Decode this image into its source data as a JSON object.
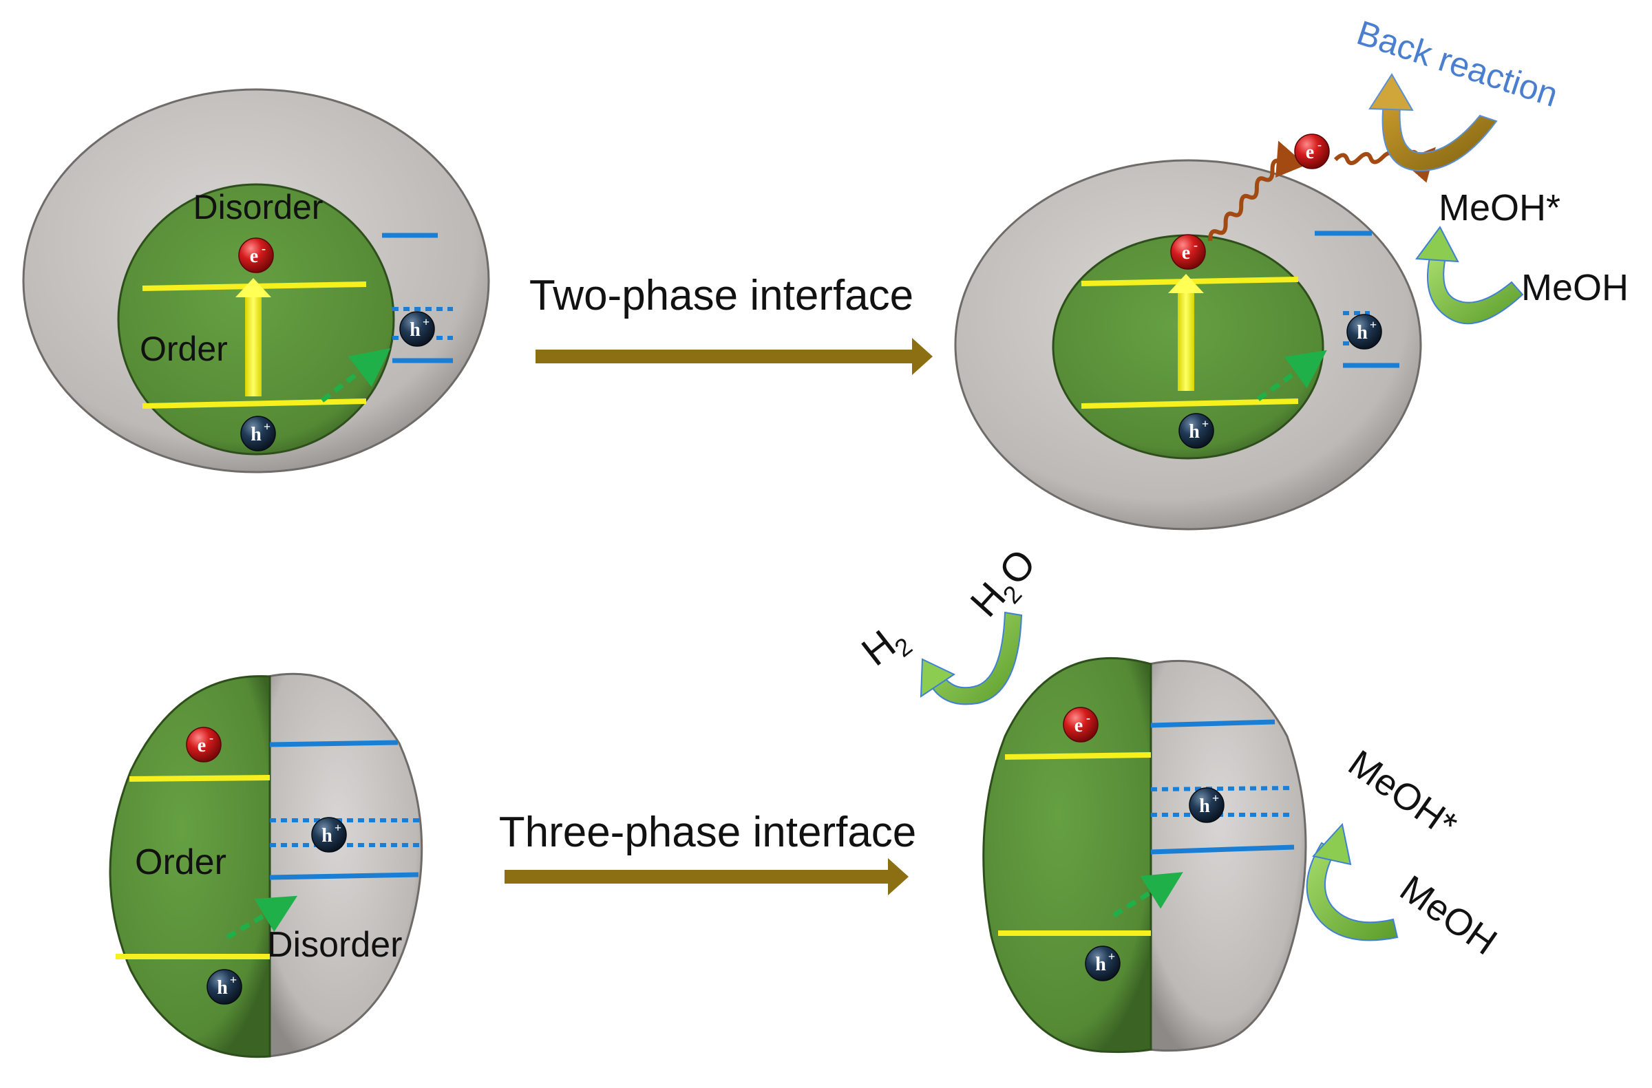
{
  "panels": {
    "top_left": {
      "outer_label": "Disorder",
      "inner_label": "Order"
    },
    "top_right": {
      "back_reaction": "Back reaction",
      "product": "MeOH*",
      "reactant": "MeOH"
    },
    "bottom_left": {
      "left_label": "Order",
      "right_label": "Disorder"
    },
    "bottom_right": {
      "h2": "H",
      "h2_sub": "2",
      "h2o_h": "H",
      "h2o_sub": "2",
      "h2o_o": "O",
      "product": "MeOH*",
      "reactant": "MeOH"
    }
  },
  "transitions": {
    "two_phase": "Two-phase interface",
    "three_phase": "Three-phase interface"
  },
  "carriers": {
    "electron": "e",
    "electron_sup": "-",
    "hole": "h",
    "hole_sup": "+"
  },
  "colors": {
    "order_green": "#5a8f3a",
    "disorder_gray": "#c4c1bf",
    "band_yellow": "#f5f01e",
    "trap_blue": "#1a7fd4",
    "arrow_brown": "#8b6f12",
    "wavy_brown": "#a24a12",
    "electron_red": "#d21d1d",
    "hole_navy": "#1f3550",
    "reaction_green": "#7bc142",
    "back_reaction_text": "#4a7fd0"
  }
}
